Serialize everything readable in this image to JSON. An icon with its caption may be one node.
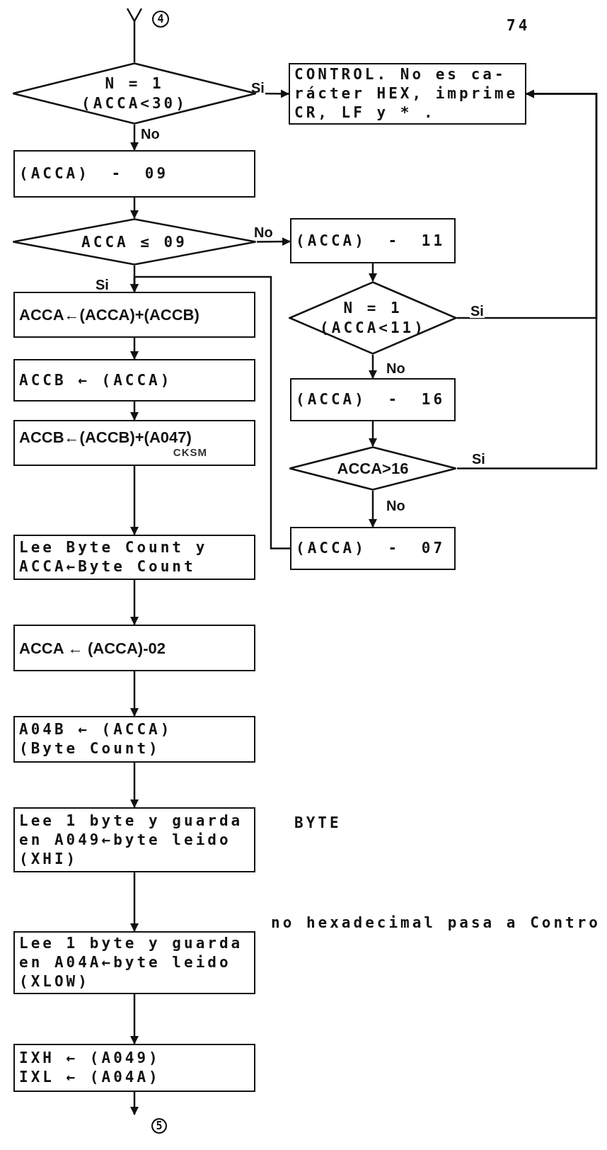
{
  "diagram": {
    "nodes": [
      {
        "text": [
          "4"
        ]
      },
      {
        "text": [
          "N = 1",
          "(ACCA<30)"
        ]
      },
      {
        "text": [
          "CONTROL. No es ca- rácter HEX, imprime CR, LF y * ."
        ]
      },
      {
        "text": [
          "(ACCA) - 09"
        ]
      },
      {
        "text": [
          "ACCA ≤ 09"
        ]
      },
      {
        "text": [
          "(ACCA) - 11"
        ]
      },
      {
        "text": [
          "ACCA←(ACCA)+(ACCB)"
        ]
      },
      {
        "text": [
          "N = 1",
          "(ACCA<11)"
        ]
      },
      {
        "text": [
          "ACCB ← (ACCA)"
        ]
      },
      {
        "text": [
          "(ACCA) - 16"
        ]
      },
      {
        "text": [
          "ACCB←(ACCB)+(A047)",
          "CKSM"
        ]
      },
      {
        "text": [
          "ACCA>16"
        ]
      },
      {
        "text": [
          "Lee Byte Count y ACCA←Byte Count"
        ]
      },
      {
        "text": [
          "(ACCA) - 07"
        ]
      },
      {
        "text": [
          "ACCA ← (ACCA)-02"
        ]
      },
      {
        "text": [
          "A04B ← (ACCA)",
          "(Byte Count)"
        ]
      },
      {
        "text": [
          "Lee 1 byte y guarda en A049←byte leido (XHI)"
        ]
      },
      {
        "text": [
          "Lee 1 byte y guarda en A04A←byte leido (XLOW)"
        ]
      },
      {
        "text": [
          "IXH ← (A049)",
          "IXL ← (A04A)"
        ]
      },
      {
        "text": [
          "5"
        ]
      }
    ],
    "edges": [
      {
        "from": 0,
        "to": 1,
        "arrow": "none"
      },
      {
        "from": 1,
        "to": 2,
        "arrow": "to",
        "label": "Si"
      },
      {
        "from": 1,
        "to": 3,
        "arrow": "to",
        "label": "No"
      },
      {
        "from": 3,
        "to": 4,
        "arrow": "to"
      },
      {
        "from": 4,
        "to": 5,
        "arrow": "to",
        "label": "No"
      },
      {
        "from": 4,
        "to": 6,
        "arrow": "to",
        "label": "Si"
      },
      {
        "from": 5,
        "to": 7,
        "arrow": "to"
      },
      {
        "from": 7,
        "to": 2,
        "arrow": "to",
        "label": "Si"
      },
      {
        "from": 7,
        "to": 9,
        "arrow": "to",
        "label": "No"
      },
      {
        "from": 9,
        "to": 11,
        "arrow": "to"
      },
      {
        "from": 11,
        "to": 2,
        "arrow": "to",
        "label": "Si"
      },
      {
        "from": 11,
        "to": 13,
        "arrow": "to",
        "label": "No"
      },
      {
        "from": 13,
        "to": 6,
        "arrow": "to"
      },
      {
        "from": 6,
        "to": 8,
        "arrow": "to"
      },
      {
        "from": 8,
        "to": 10,
        "arrow": "to"
      },
      {
        "from": 10,
        "to": 12,
        "arrow": "to"
      },
      {
        "from": 12,
        "to": 14,
        "arrow": "to"
      },
      {
        "from": 14,
        "to": 15,
        "arrow": "to"
      },
      {
        "from": 15,
        "to": 16,
        "arrow": "to"
      },
      {
        "from": 16,
        "to": 17,
        "arrow": "to"
      },
      {
        "from": 17,
        "to": 18,
        "arrow": "to"
      },
      {
        "from": 18,
        "to": 19,
        "arrow": "to"
      }
    ],
    "labels": [
      "74",
      "BYTE",
      "no hexadecimal pasa a Contro"
    ]
  }
}
